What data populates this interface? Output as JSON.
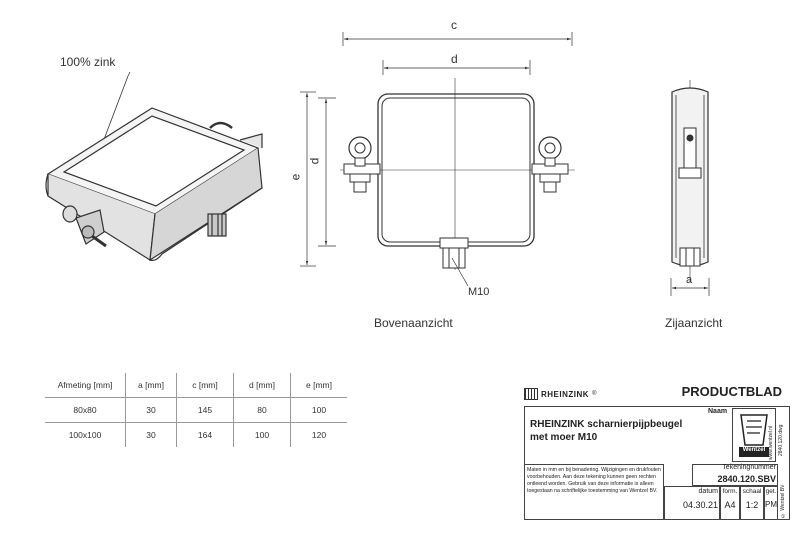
{
  "labels": {
    "material": "100% zink",
    "top_view": "Bovenaanzicht",
    "side_view": "Zijaanzicht",
    "thread": "M10",
    "dim_c": "c",
    "dim_d_top": "d",
    "dim_d_side": "d",
    "dim_e": "e",
    "dim_a": "a"
  },
  "table": {
    "headers": [
      "Afmeting [mm]",
      "a [mm]",
      "c [mm]",
      "d [mm]",
      "e [mm]"
    ],
    "rows": [
      [
        "80x80",
        "30",
        "145",
        "80",
        "100"
      ],
      [
        "100x100",
        "30",
        "164",
        "100",
        "120"
      ]
    ]
  },
  "title_block": {
    "brand": "RHEINZINK",
    "brand_mark": "®",
    "doc_type": "PRODUCTBLAD",
    "name_label": "Naam",
    "product_line1": "RHEINZINK scharnierpijpbeugel",
    "product_line2": "met moer M10",
    "logo_text": "Wentzel",
    "web": "www.wentzel.nl",
    "file_ref": "2840.120.dwg",
    "copyright": "© Wentzel BV",
    "drawing_number_label": "Tekeningnummer",
    "drawing_number": "2840.120.SBV",
    "disclaimer": "Maten in mm en bij benadering. Wijzigingen en drukfouten voorbehouden. Aan deze tekening kunnen geen rechten ontleend worden. Gebruik van deze informatie is alleen toegestaan na schriftelijke toestemming van Wentzel BV.",
    "cols": [
      {
        "label": "datum",
        "value": "04.30.21"
      },
      {
        "label": "form.",
        "value": "A4"
      },
      {
        "label": "schaal",
        "value": "1:2"
      },
      {
        "label": "get.",
        "value": "PM"
      }
    ]
  }
}
